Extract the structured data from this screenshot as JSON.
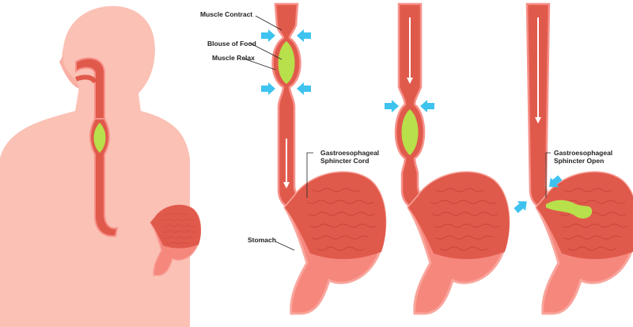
{
  "labels": {
    "muscle_contract": "Muscle Contract",
    "bolus_of_food": "Blouse of Food",
    "muscle_relax": "Muscle Relax",
    "sphincter_closed_line1": "Gastroesophageal",
    "sphincter_closed_line2": "Sphincter Cord",
    "stomach": "Stomach",
    "sphincter_open_line1": "Gastroesophageal",
    "sphincter_open_line2": "Sphincter Open"
  },
  "colors": {
    "skin": "#fbc1b5",
    "esophagus": "#e05a4c",
    "esophagus_outline": "#f7918a",
    "stomach_lower": "#f6877d",
    "bolus": "#b7e04a",
    "arrow": "#3ec3ef"
  }
}
